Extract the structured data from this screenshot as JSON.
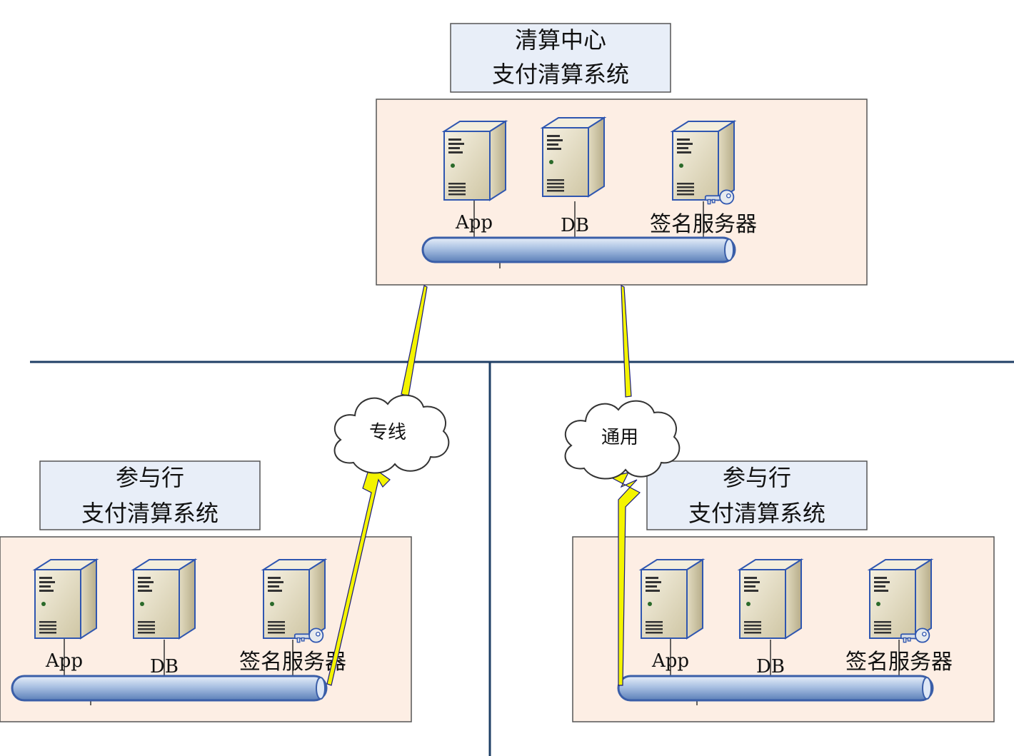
{
  "center": {
    "title_line1": "清算中心",
    "title_line2": "支付清算系统",
    "servers": [
      {
        "label": "App",
        "icon": "server-icon"
      },
      {
        "label": "DB",
        "icon": "server-icon"
      },
      {
        "label": "签名服务器",
        "icon": "signing-server-key-icon"
      }
    ]
  },
  "left_bank": {
    "title_line1": "参与行",
    "title_line2": "支付清算系统",
    "servers": [
      {
        "label": "App",
        "icon": "server-icon"
      },
      {
        "label": "DB",
        "icon": "server-icon"
      },
      {
        "label": "签名服务器",
        "icon": "signing-server-key-icon"
      }
    ]
  },
  "right_bank": {
    "title_line1": "参与行",
    "title_line2": "支付清算系统",
    "servers": [
      {
        "label": "App",
        "icon": "server-icon"
      },
      {
        "label": "DB",
        "icon": "server-icon"
      },
      {
        "label": "签名服务器",
        "icon": "signing-server-key-icon"
      }
    ]
  },
  "links": {
    "left_cloud_label": "专线",
    "right_cloud_label": "通用"
  },
  "colors": {
    "zone_fill": "#fdeee4",
    "title_fill": "#e8eef8",
    "bus_fill": "#9db7dc",
    "bus_stroke": "#3a5ea8",
    "divider": "#1f3f66",
    "bolt": "#f4f400"
  }
}
